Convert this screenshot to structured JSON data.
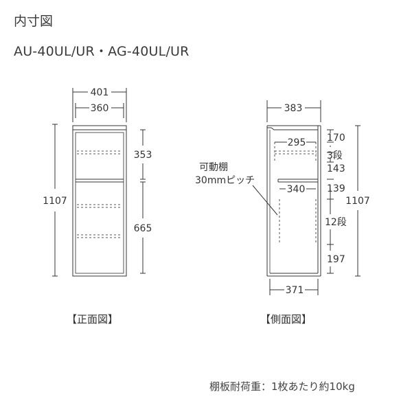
{
  "header": {
    "title": "内寸図",
    "model": "AU-40UL/UR・AG-40UL/UR"
  },
  "front_view": {
    "caption": "【正面図】",
    "outer_width": "401",
    "inner_width": "360",
    "total_height": "1107",
    "upper_inner_height": "353",
    "lower_inner_height": "665"
  },
  "side_view": {
    "caption": "【側面図】",
    "outer_depth": "383",
    "inner_depth": "371",
    "upper_shelf_depth": "295",
    "lower_shelf_depth": "340",
    "top_gap": "170",
    "upper_steps": "3段",
    "upper_range": "143",
    "mid_gap": "139",
    "lower_steps": "12段",
    "bottom_gap": "197",
    "total_height": "1107",
    "shelf_note_line1": "可動棚",
    "shelf_note_line2": "30mmピッチ"
  },
  "note": "棚板耐荷重：1枚あたり約10kg"
}
